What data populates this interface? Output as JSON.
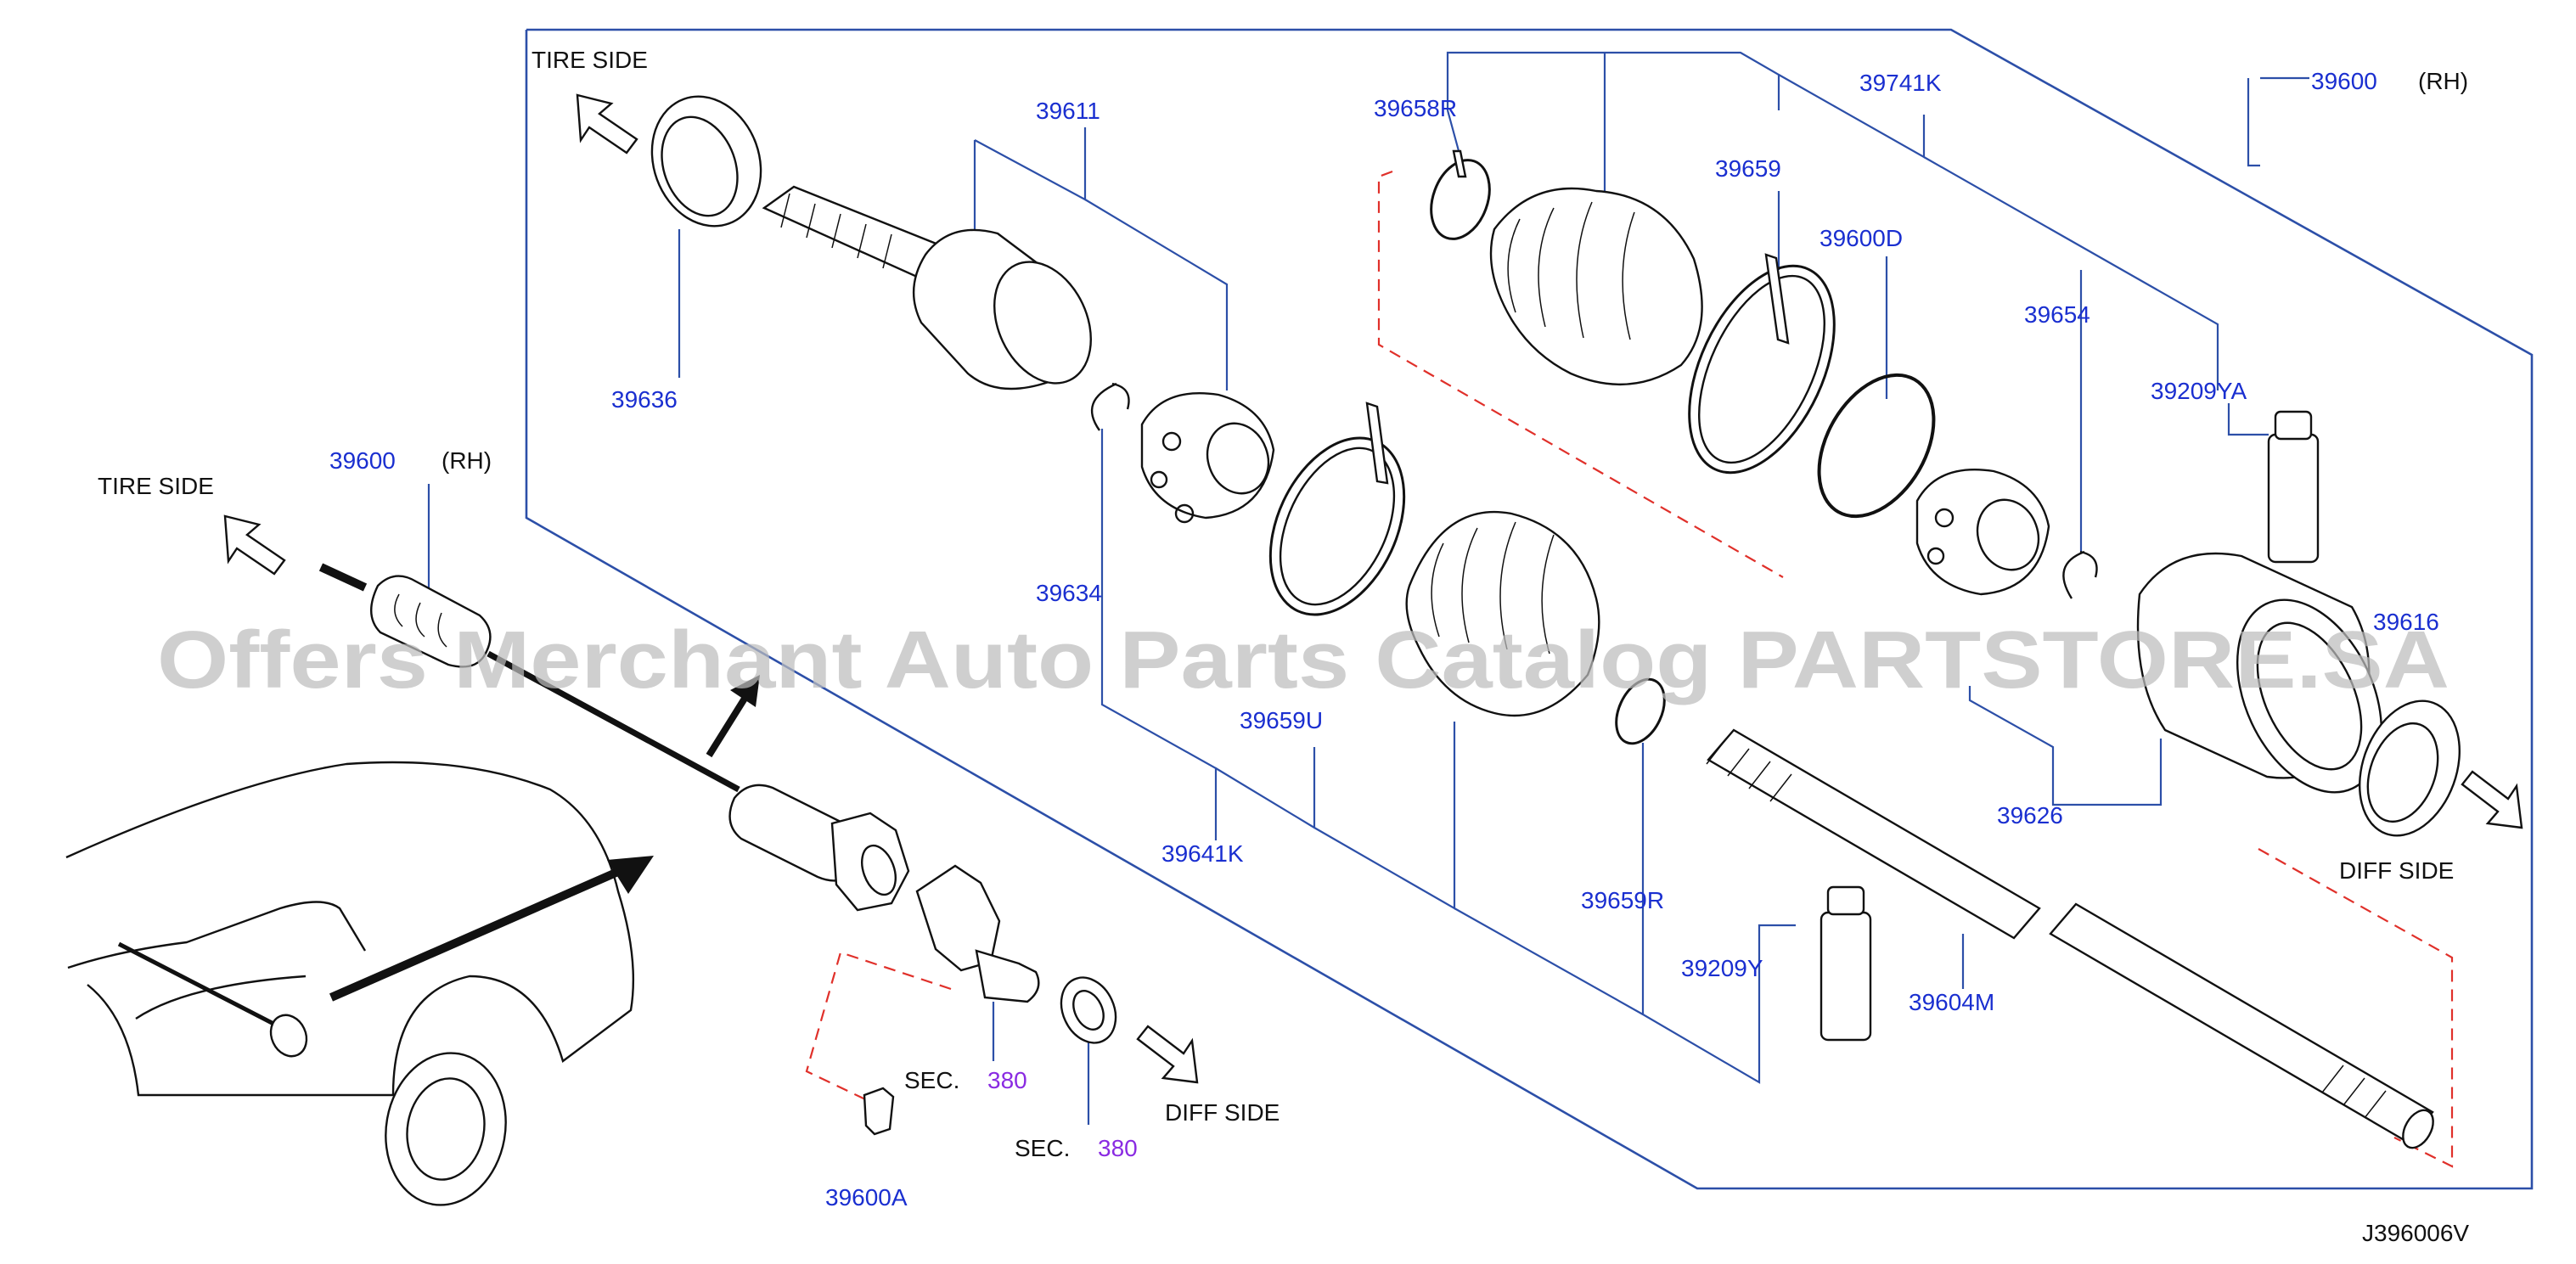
{
  "diagram": {
    "code": "J396006V",
    "watermark": "Offers Merchant Auto Parts Catalog PARTSTORE.SA",
    "direction_labels": {
      "tire_side_top": "TIRE   SIDE",
      "tire_side_left": "TIRE   SIDE",
      "diff_side_right": "DIFF   SIDE",
      "diff_side_bottom": "DIFF   SIDE"
    },
    "callouts": {
      "p39600_top": "39600",
      "rh_top": "(RH)",
      "p39600_left": "39600",
      "rh_left": "(RH)",
      "p39611": "39611",
      "p39636": "39636",
      "p39634": "39634",
      "p39659U": "39659U",
      "p39641K": "39641K",
      "p39658R": "39658R",
      "p39659": "39659",
      "p39741K": "39741K",
      "p39600D": "39600D",
      "p39654": "39654",
      "p39209YA": "39209YA",
      "p39626": "39626",
      "p39659R": "39659R",
      "p39209Y": "39209Y",
      "p39604M": "39604M",
      "p39600A": "39600A",
      "p39616_partial": "39616"
    },
    "sections": {
      "sec_label_a": "SEC.",
      "sec_num_a": "380",
      "sec_label_b": "SEC.",
      "sec_num_b": "380"
    }
  }
}
